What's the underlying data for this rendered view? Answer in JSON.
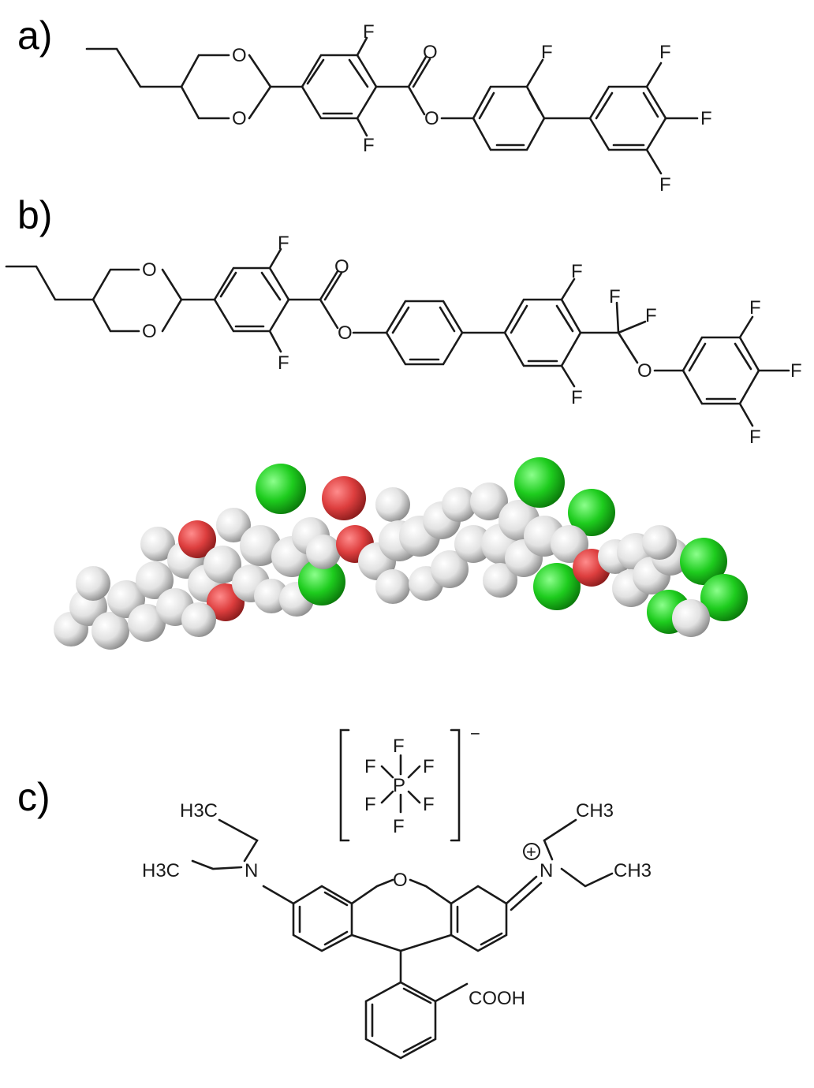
{
  "panels": {
    "a": {
      "label": "a)"
    },
    "b": {
      "label": "b)"
    },
    "c": {
      "label": "c)"
    }
  },
  "atoms": {
    "oxygen": "O",
    "fluorine": "F",
    "phosphorus": "P",
    "nitrogen": "N",
    "carboxyl": "COOH",
    "methyl_h3c": "H3C",
    "methyl_ch3": "CH3",
    "anion_charge": "−",
    "cation_charge": "+"
  },
  "colors": {
    "carbon_hydrogen": "#e6e6e6",
    "oxygen": "#e04040",
    "fluorine": "#22cc22",
    "bond": "#1a1a1a"
  }
}
